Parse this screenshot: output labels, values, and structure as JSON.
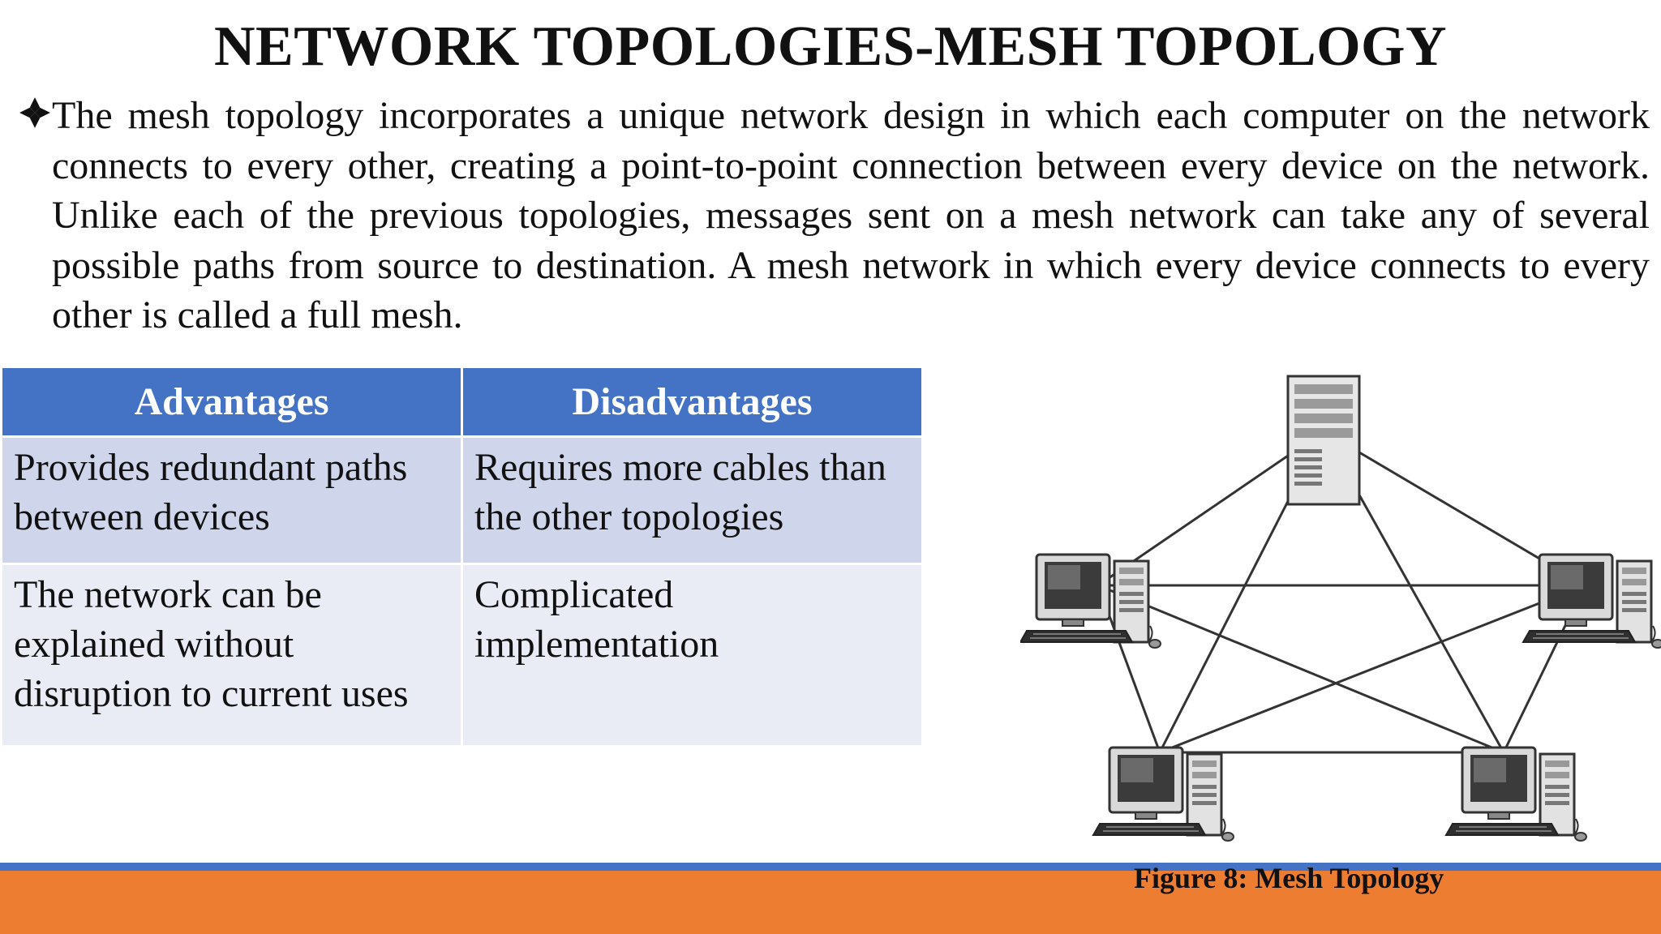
{
  "slide": {
    "title": "NETWORK TOPOLOGIES-MESH TOPOLOGY",
    "intro": "The mesh topology incorporates a unique network design in which each computer on the network connects to every other, creating a point-to-point connection between every device on the network. Unlike each of the previous topologies, messages sent on a mesh network can take any of several possible paths from source to destination. A mesh network in which every device connects to every other is called a full mesh.",
    "bullet_icon": "diamond-bullet-icon"
  },
  "table": {
    "headers": [
      "Advantages",
      "Disadvantages"
    ],
    "rows": [
      [
        "Provides redundant paths between devices",
        "Requires more cables than the other topologies"
      ],
      [
        "The network can be explained without disruption to current uses",
        "Complicated implementation"
      ]
    ]
  },
  "figure": {
    "caption": "Figure 8: Mesh Topology",
    "nodes": [
      "server-icon",
      "desktop-computer-icon",
      "desktop-computer-icon",
      "desktop-computer-icon",
      "desktop-computer-icon"
    ]
  },
  "colors": {
    "header_blue": "#4472c4",
    "row_dark": "#cfd5ea",
    "row_light": "#e9ebf5",
    "footer_orange": "#ed7d31",
    "footer_blue": "#4472c4"
  }
}
